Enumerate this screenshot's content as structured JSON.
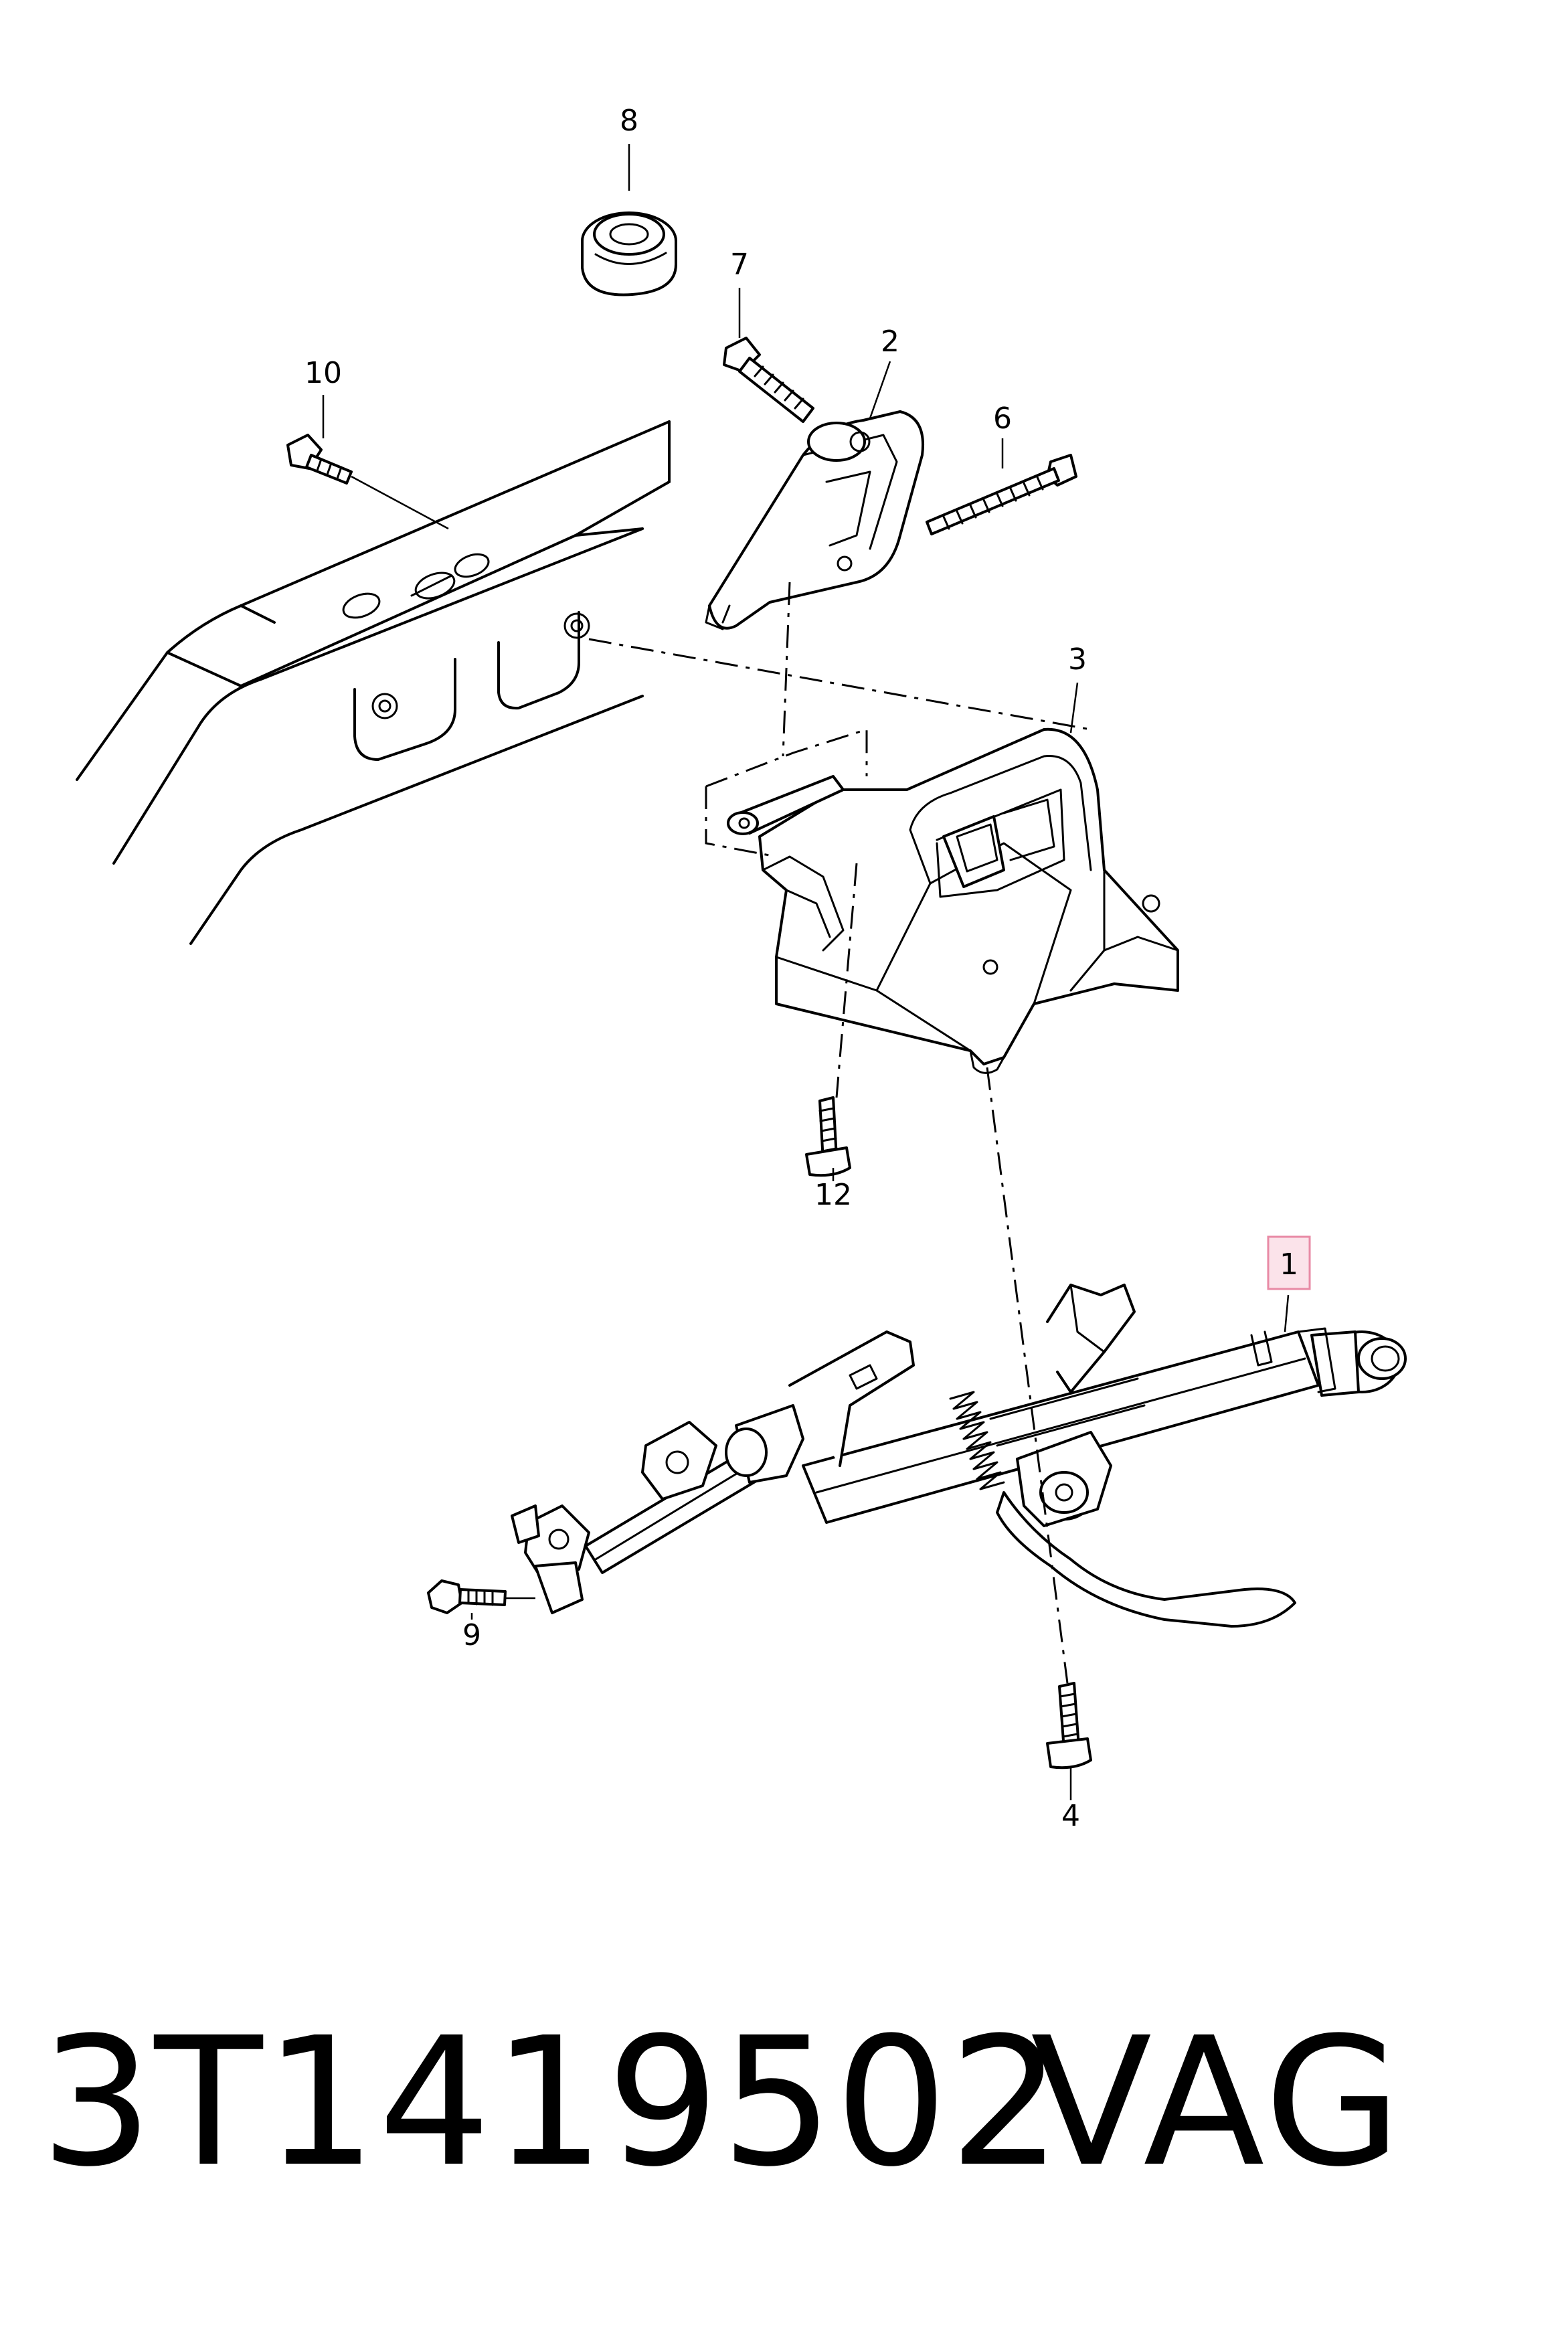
{
  "callouts": {
    "c1": "1",
    "c2": "2",
    "c3": "3",
    "c4": "4",
    "c6": "6",
    "c7": "7",
    "c8": "8",
    "c9": "9",
    "c10": "10",
    "c12": "12"
  },
  "footer": {
    "part_number": "3T1419502",
    "brand": "VAG"
  },
  "colors": {
    "highlight_fill": "#fbe3ea",
    "highlight_stroke": "#e88aa5"
  }
}
